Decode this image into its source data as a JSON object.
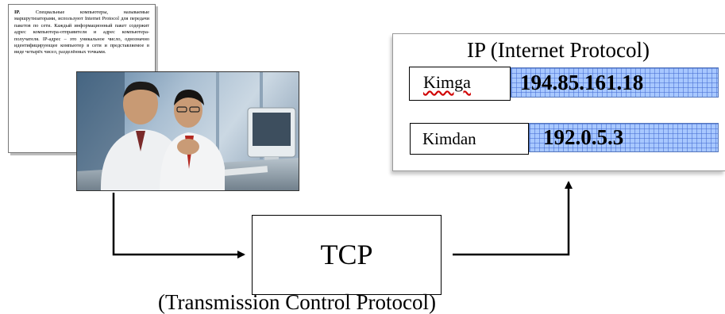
{
  "document_card": {
    "lead": "IP.",
    "text": "Специальные компьютеры, называемые маршрутизаторами, используют Internet Protocol для передачи пакетов по сети. Каждый информационный пакет содержит адрес компьютера-отправителя и адрес компьютера-получателя. IP-адрес – это уникальное число, однозначно идентифицирующее компьютер в сети и представляемое в виде четырёх чисел, разделённых точками."
  },
  "photo": {
    "description": "two men working at a computer"
  },
  "ip_panel": {
    "title": "IP (Internet Protocol)",
    "to_label": "Kimga",
    "to_address": "194.85.161.18",
    "from_label": "Kimdan",
    "from_address": "192.0.5.3"
  },
  "tcp": {
    "title": "TCP",
    "subtitle": "(Transmission Control Protocol)"
  },
  "colors": {
    "grid_fill": "#a8c8ff",
    "grid_lines": "#466ed2",
    "spell_underline": "#d00000"
  }
}
